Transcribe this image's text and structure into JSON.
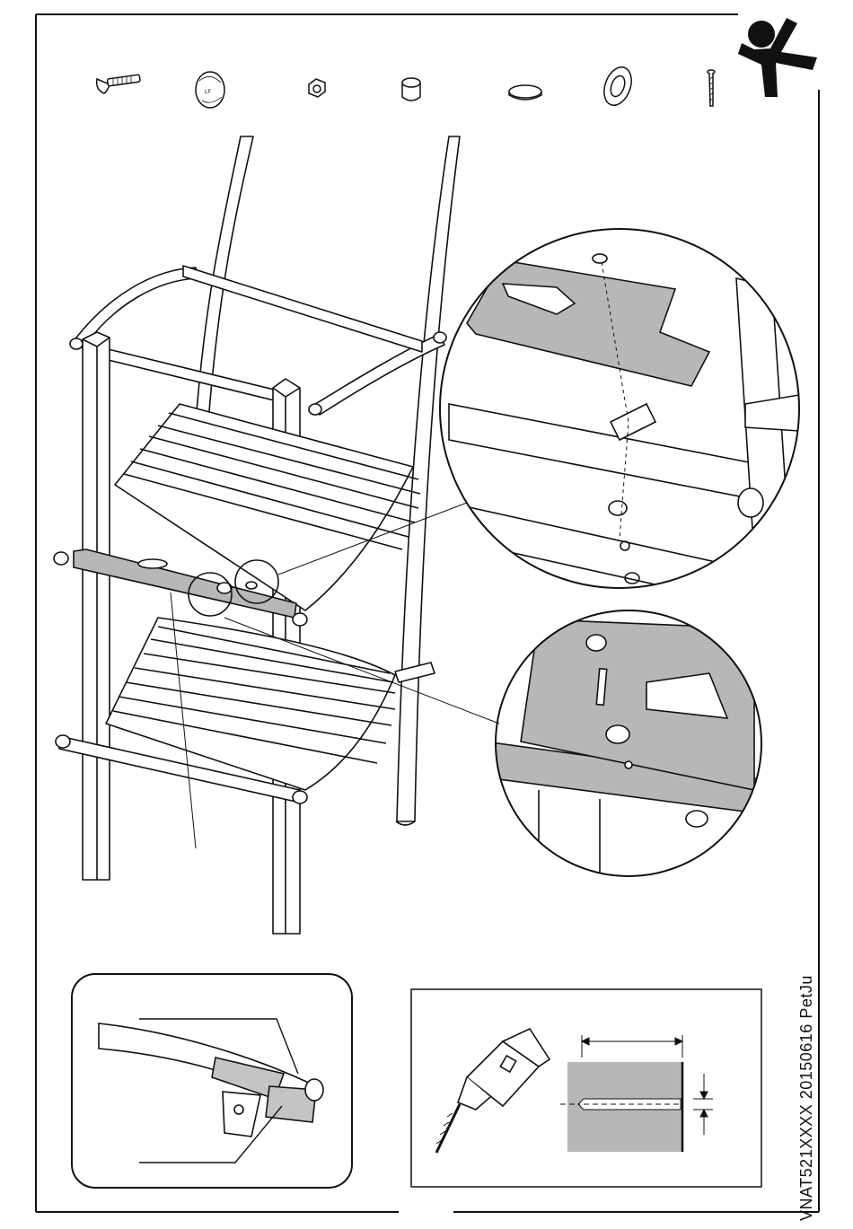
{
  "document": {
    "code": "VNAT521XXXX  20150616  PetJu",
    "logo": "acrobat-figure-logo",
    "parts": [
      {
        "name": "carriage-bolt"
      },
      {
        "name": "dome-cap-nut"
      },
      {
        "name": "hex-nut"
      },
      {
        "name": "plastic-cap"
      },
      {
        "name": "flat-plug"
      },
      {
        "name": "cup-washer"
      },
      {
        "name": "wood-screw"
      }
    ],
    "colors": {
      "line": "#111111",
      "panel_grey": "#b7b7b7",
      "highlight_grey": "#c4c4c4"
    }
  }
}
